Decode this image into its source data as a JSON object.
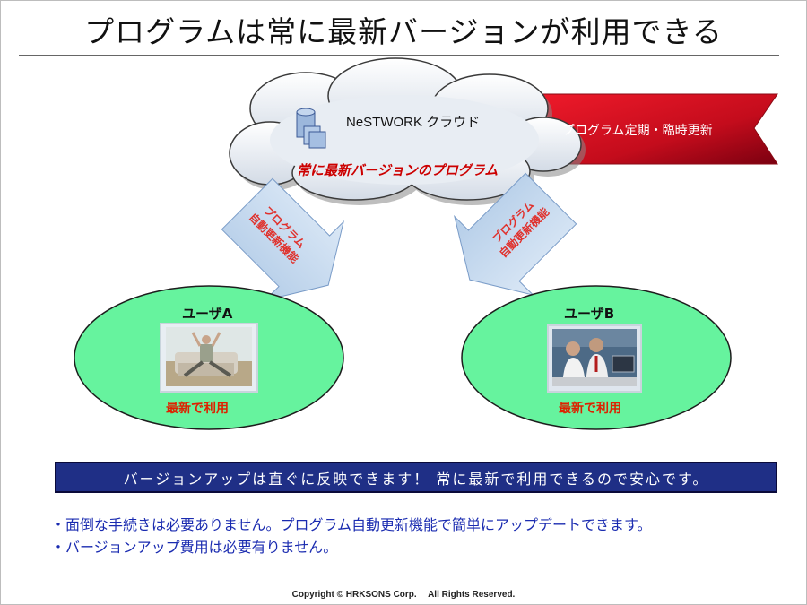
{
  "title": "プログラムは常に最新バージョンが利用できる",
  "cloud": {
    "name": "NeSTWORK クラウド",
    "subtitle": "常に最新バージョンのプログラム"
  },
  "banner": "プログラム定期・臨時更新",
  "arrows": [
    {
      "line1": "プログラム",
      "line2": "自動更新機能"
    },
    {
      "line1": "プログラム",
      "line2": "自動更新機能"
    }
  ],
  "users": [
    {
      "name": "ユーザA",
      "status": "最新で利用"
    },
    {
      "name": "ユーザB",
      "status": "最新で利用"
    }
  ],
  "message": "バージョンアップは直ぐに反映できます！ 常に最新で利用できるので安心です。",
  "bullets": [
    "・面倒な手続きは必要ありません。プログラム自動更新機能で簡単にアップデートできます。",
    "・バージョンアップ費用は必要有りません。"
  ],
  "copyright": "Copyright © HRKSONS Corp.　 All Rights Reserved.",
  "colors": {
    "ellipse_fill": "#66f39e",
    "cloud_fill": "#e4eaf2",
    "banner_red": "#c40c1c",
    "arrow_fill": "#c6dcf2",
    "message_bg": "#1f2f86",
    "bullet_text": "#1a2bb0"
  }
}
